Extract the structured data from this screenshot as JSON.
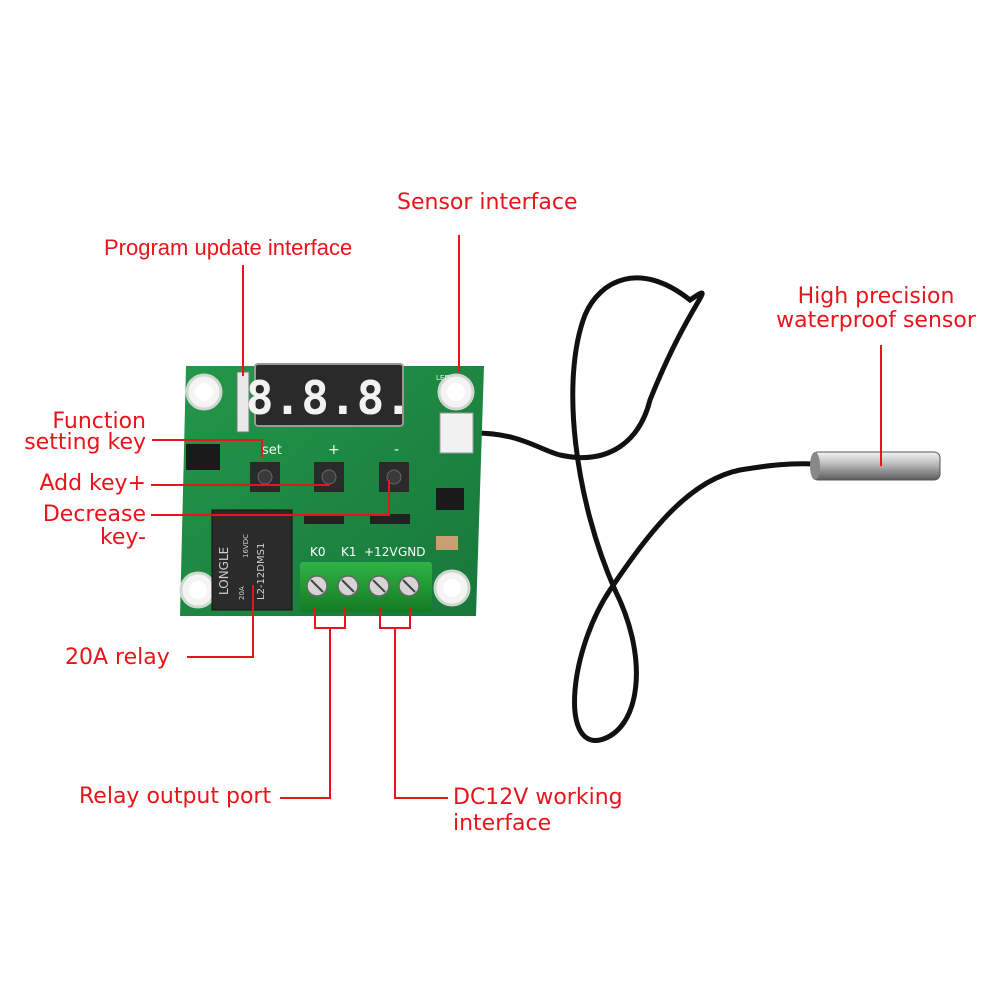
{
  "labels": {
    "sensor_interface": "Sensor interface",
    "program_update": "Program update interface",
    "high_precision_1": "High precision",
    "high_precision_2": "waterproof sensor",
    "function_1": "Function",
    "function_2": "setting key",
    "add_key": "Add key+",
    "decrease_1": "Decrease",
    "decrease_2": "key-",
    "relay": "20A relay",
    "relay_output": "Relay output port",
    "dc12v_1": "DC12V working",
    "dc12v_2": "interface"
  },
  "board": {
    "display_digits": "8.8.8.",
    "set_label": "set",
    "plus_label": "+",
    "minus_label": "-",
    "led_label": "LED",
    "terminal_labels": [
      "K0",
      "K1",
      "+12V",
      "GND"
    ],
    "relay_brand": "LONGLE",
    "relay_model": "L2-12DMS1",
    "relay_rating": "20A",
    "relay_voltage": "16VDC"
  },
  "colors": {
    "label": "#e8141b",
    "pcb": "#1f8a3c",
    "terminal": "#1c9b2f",
    "relay": "#2b2b2b",
    "cable": "#111111",
    "probe": "#b9b9b9"
  }
}
